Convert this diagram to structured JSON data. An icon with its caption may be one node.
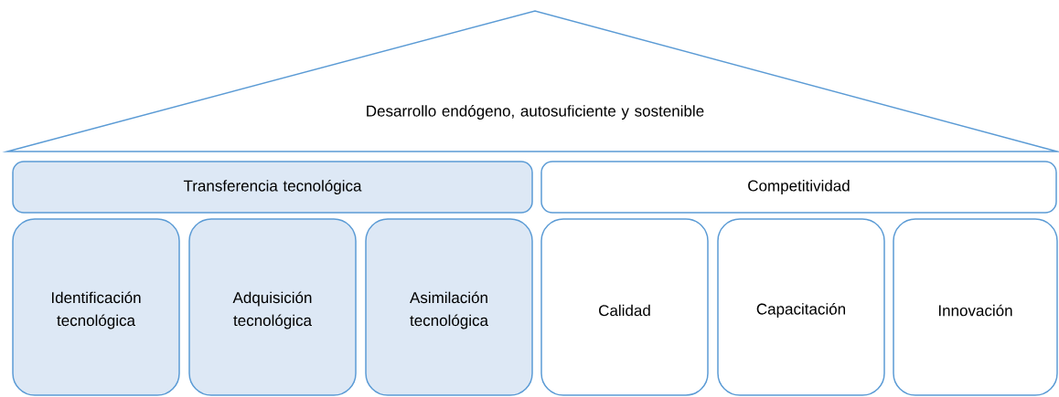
{
  "diagram": {
    "nodes": [
      {
        "text": [
          "Desarrollo endógeno, autosuficiente y sostenible"
        ]
      },
      {
        "text": [
          "Transferencia tecnológica"
        ]
      },
      {
        "text": [
          "Competitividad"
        ]
      },
      {
        "text": [
          "Identificación tecnológica"
        ]
      },
      {
        "text": [
          "Adquisición tecnológica"
        ]
      },
      {
        "text": [
          "Asimilación tecnológica"
        ]
      },
      {
        "text": [
          "Calidad"
        ]
      },
      {
        "text": [
          "Capacitación"
        ]
      },
      {
        "text": [
          "Innovación"
        ]
      }
    ]
  }
}
